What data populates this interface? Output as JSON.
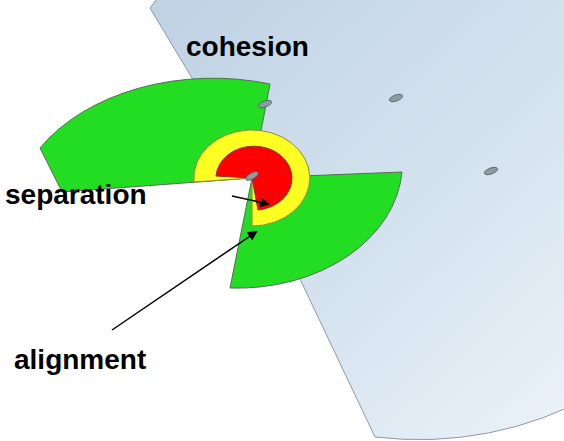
{
  "diagram": {
    "labels": [
      "cohesion",
      "separation",
      "alignment"
    ]
  }
}
